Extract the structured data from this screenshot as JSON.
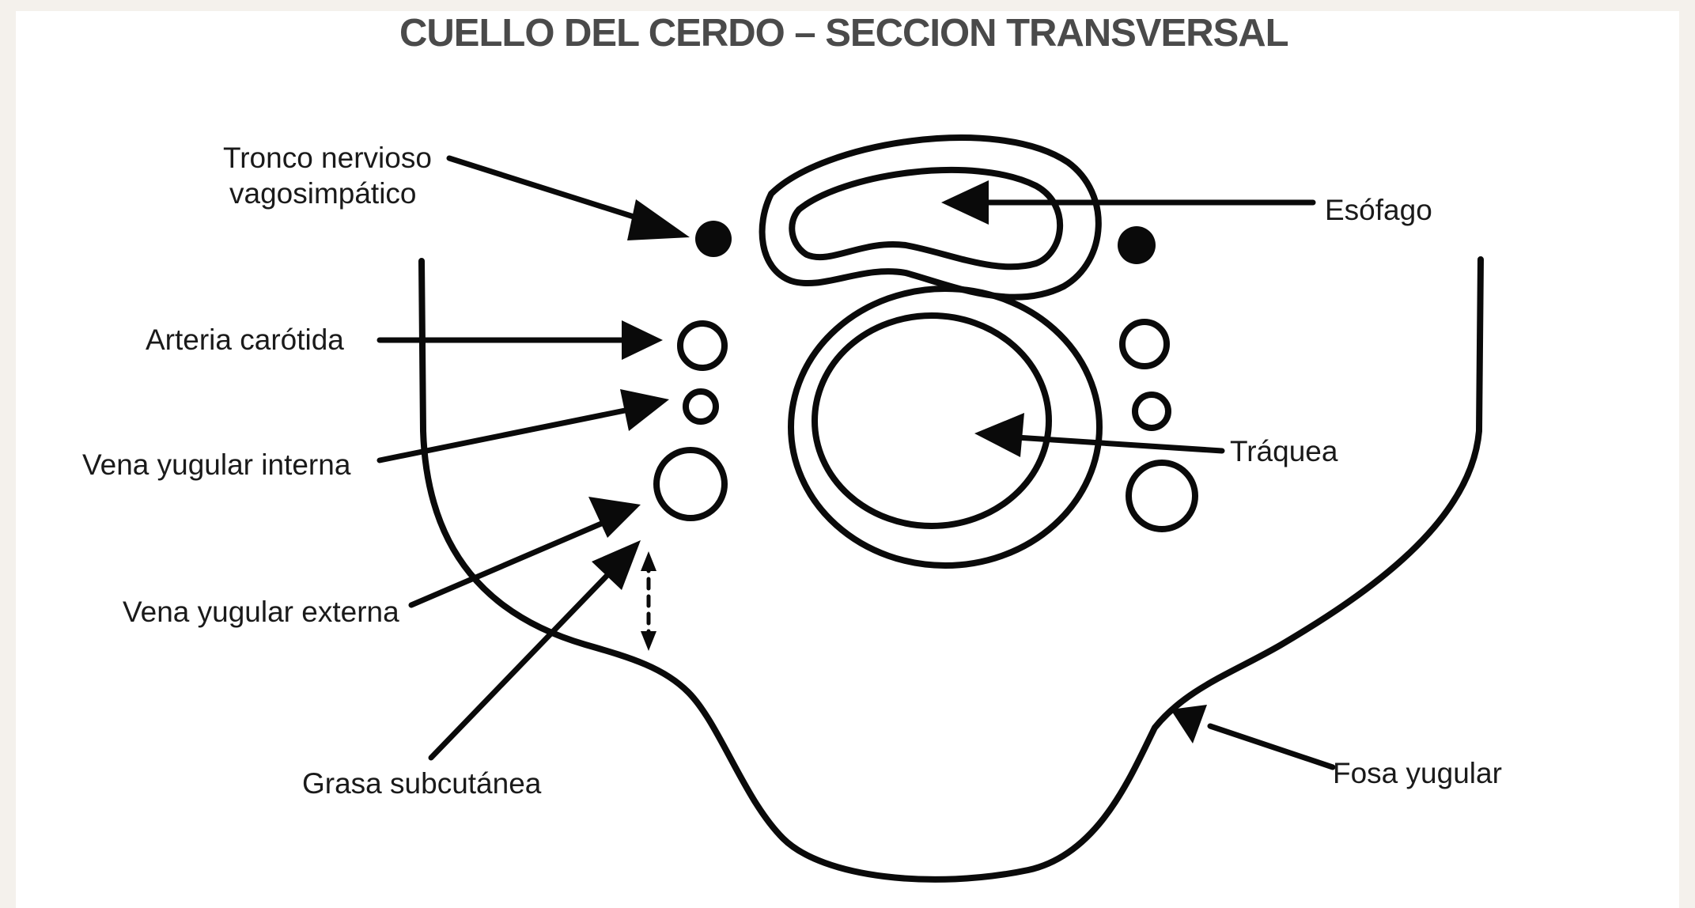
{
  "title": "CUELLO DEL CERDO – SECCION TRANSVERSAL",
  "labels": {
    "tronco_line1": "Tronco nervioso",
    "tronco_line2": "vagosimpático",
    "arteria": "Arteria carótida",
    "vena_interna": "Vena yugular interna",
    "vena_externa": "Vena yugular externa",
    "grasa": "Grasa subcutánea",
    "esofago": "Esófago",
    "traquea": "Tráquea",
    "fosa": "Fosa yugular"
  }
}
